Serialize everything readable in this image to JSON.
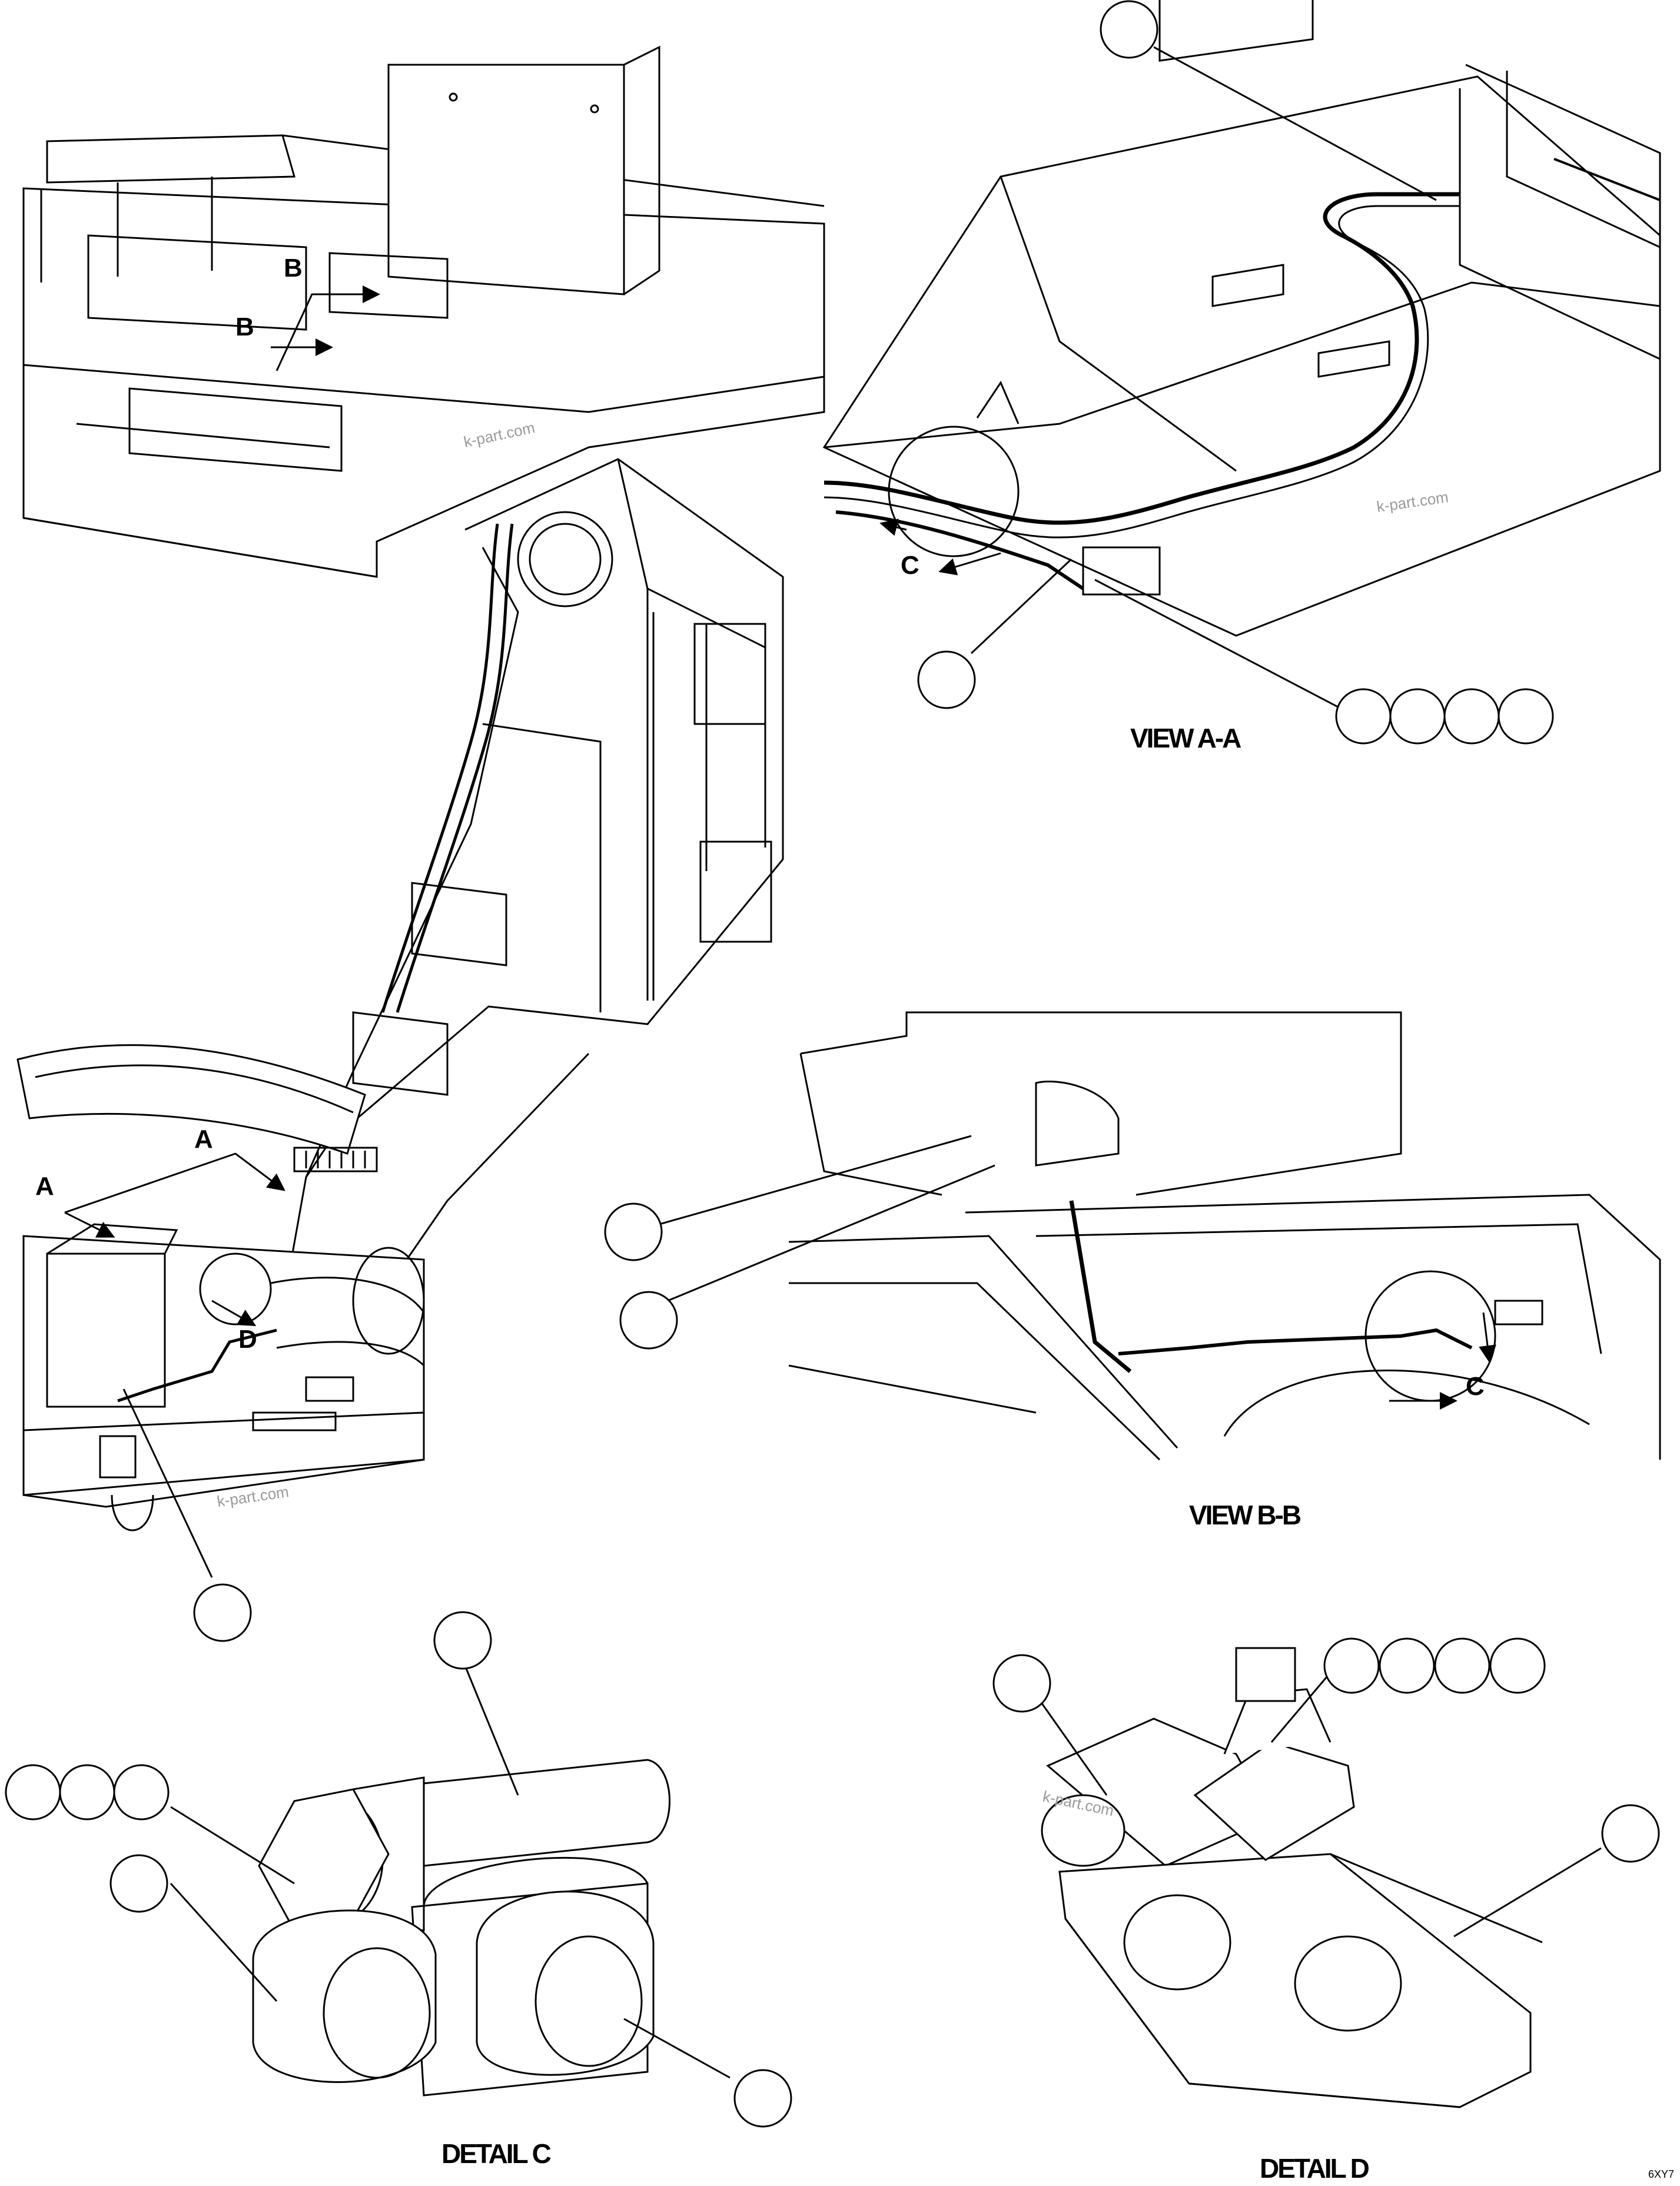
{
  "labels": {
    "view_aa": "VIEW A-A",
    "view_bb": "VIEW B-B",
    "detail_c": "DETAIL C",
    "detail_d": "DETAIL D",
    "figure_code": "6XY7"
  },
  "arrows": {
    "a": "A",
    "b": "B",
    "c": "C",
    "d": "D"
  },
  "watermark": "k-part.com",
  "colors": {
    "line": "#000000",
    "background": "#ffffff",
    "watermark": "#9a9a9a"
  }
}
